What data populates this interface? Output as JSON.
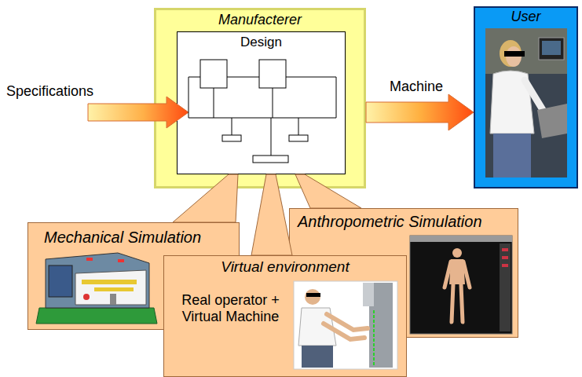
{
  "diagram": {
    "nodes": [
      {
        "text": [
          "Manufacterer"
        ]
      },
      {
        "text": [
          "Design"
        ],
        "in": 0
      },
      {
        "text": [
          "User"
        ]
      },
      {
        "text": [
          "Mechanical Simulation"
        ]
      },
      {
        "text": [
          "Anthropometric Simulation"
        ]
      },
      {
        "text": [
          "Virtual environment",
          "Real operator + Virtual Machine"
        ]
      }
    ],
    "edges": [
      {
        "from": 0,
        "to": 2,
        "arrow": "to",
        "label": "Machine"
      },
      {
        "from": 1,
        "to": 3,
        "arrow": "none"
      },
      {
        "from": 1,
        "to": 5,
        "arrow": "none"
      },
      {
        "from": 1,
        "to": 4,
        "arrow": "none"
      }
    ],
    "labels": [
      "Specifications"
    ]
  }
}
